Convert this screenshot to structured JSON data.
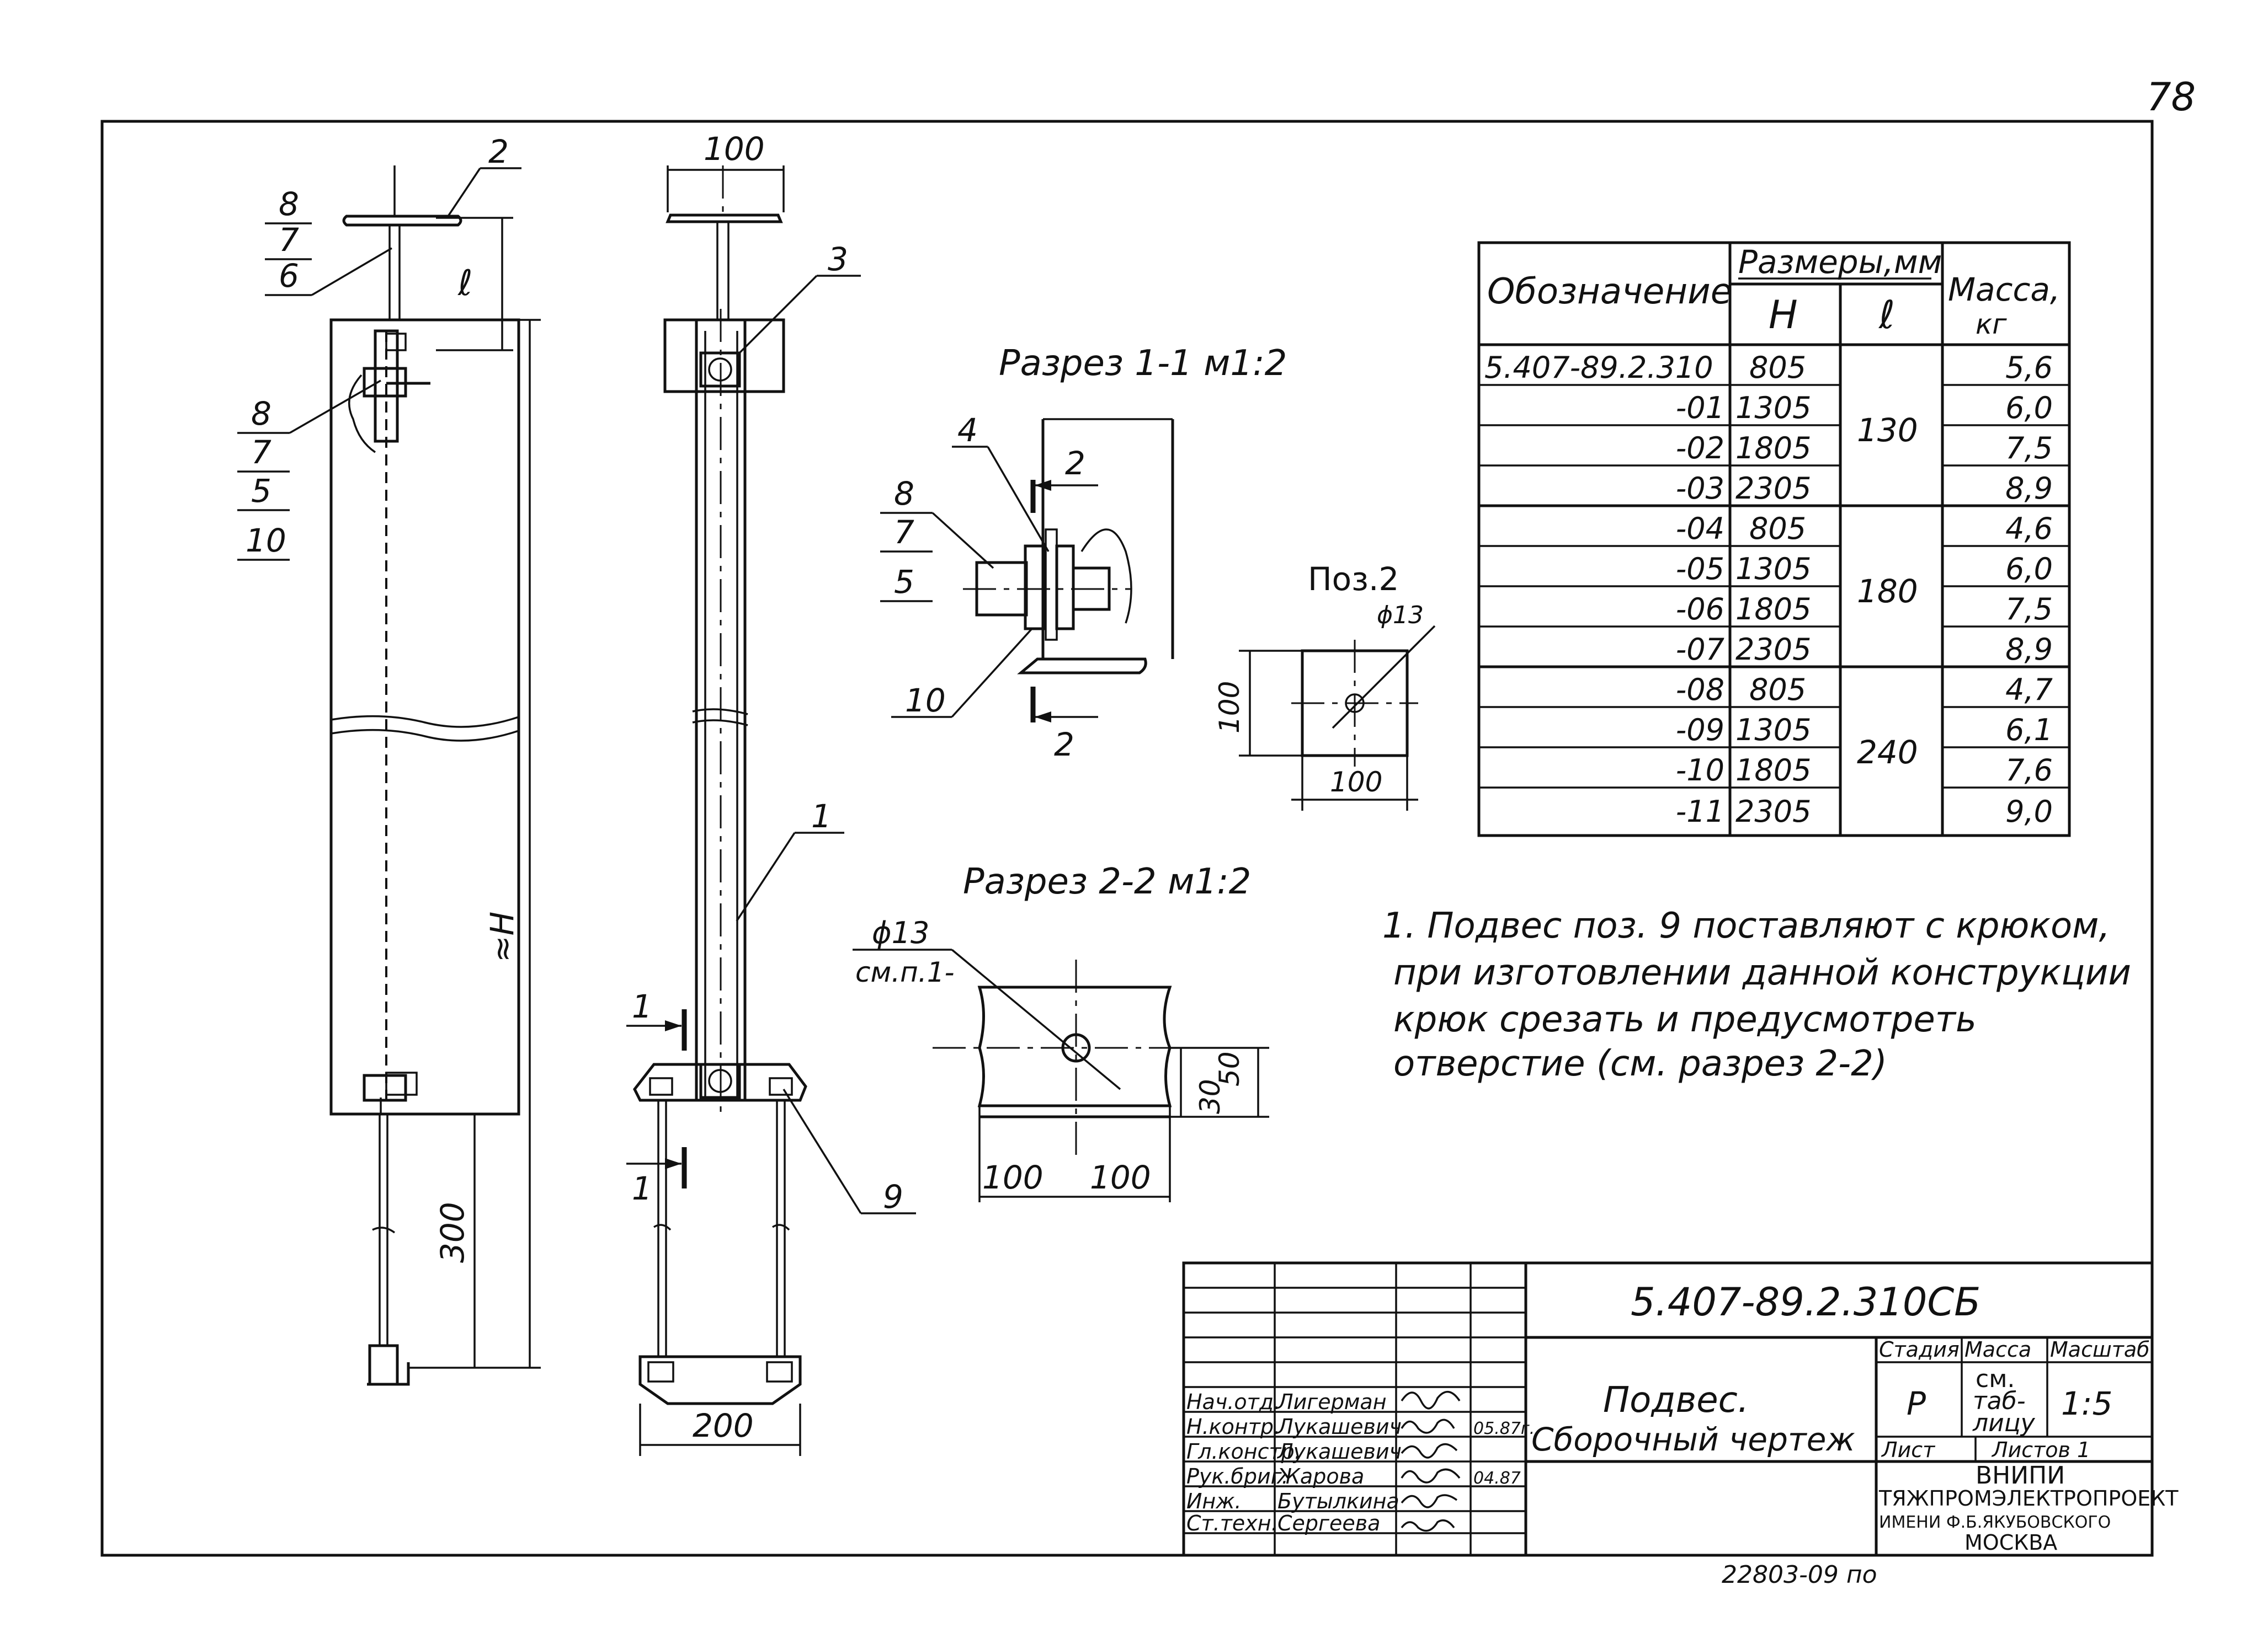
{
  "sheet": {
    "page_number": "78",
    "footer_code": "22803-09 по"
  },
  "front_view": {
    "callouts_top": [
      "8",
      "7",
      "6"
    ],
    "callout_2": "2",
    "callouts_mid": [
      "8",
      "7",
      "5",
      "10"
    ],
    "dim_l": "ℓ",
    "dim_h": "≈H",
    "dim_300": "300"
  },
  "side_view": {
    "dim_100": "100",
    "dim_200": "200",
    "pos_3": "3",
    "pos_1": "1",
    "pos_9": "9",
    "cut_1a": "1",
    "cut_1b": "1"
  },
  "section_1_1": {
    "title": "Разрез 1-1 м1:2",
    "callout_4": "4",
    "callouts": [
      "8",
      "7",
      "5"
    ],
    "callout_10": "10",
    "cut_2a": "2",
    "cut_2b": "2"
  },
  "section_2_2": {
    "title": "Разрез 2-2 м1:2",
    "hole_dia": "ϕ13",
    "hole_note": "см.п.1-",
    "dim_50": "50",
    "dim_30": "30",
    "dim_100a": "100",
    "dim_100b": "100"
  },
  "pos2": {
    "title": "Поз.2",
    "hole_dia": "ϕ13",
    "dim_w": "100",
    "dim_h": "100"
  },
  "spec_table": {
    "header_designation": "Обозначение",
    "header_dims": "Размеры,мм",
    "header_h": "H",
    "header_l": "ℓ",
    "header_mass": "Масса,",
    "header_mass_unit": "кг",
    "rows": [
      {
        "designation": "5.407-89.2.310",
        "h": "805",
        "mass": "5,6"
      },
      {
        "designation": "-01",
        "h": "1305",
        "mass": "6,0"
      },
      {
        "designation": "-02",
        "h": "1805",
        "mass": "7,5"
      },
      {
        "designation": "-03",
        "h": "2305",
        "mass": "8,9"
      },
      {
        "designation": "-04",
        "h": "805",
        "mass": "4,6"
      },
      {
        "designation": "-05",
        "h": "1305",
        "mass": "6,0"
      },
      {
        "designation": "-06",
        "h": "1805",
        "mass": "7,5"
      },
      {
        "designation": "-07",
        "h": "2305",
        "mass": "8,9"
      },
      {
        "designation": "-08",
        "h": "805",
        "mass": "4,7"
      },
      {
        "designation": "-09",
        "h": "1305",
        "mass": "6,1"
      },
      {
        "designation": "-10",
        "h": "1805",
        "mass": "7,6"
      },
      {
        "designation": "-11",
        "h": "2305",
        "mass": "9,0"
      }
    ],
    "l_groups": [
      "130",
      "180",
      "240"
    ]
  },
  "notes": [
    "1. Подвес поз. 9 поставляют с крюком,",
    "при изготовлении данной конструкции",
    "крюк срезать и предусмотреть",
    "отверстие (см. разрез 2-2)"
  ],
  "title_block": {
    "drawing_code": "5.407-89.2.310СБ",
    "title_line1": "Подвес.",
    "title_line2": "Сборочный чертеж",
    "stage_label": "Стадия",
    "mass_label": "Масса",
    "scale_label": "Масштаб",
    "stage_value": "Р",
    "mass_value_1": "см.",
    "mass_value_2": "таб-",
    "mass_value_3": "лицу",
    "scale_value": "1:5",
    "sheet_label": "Лист",
    "sheets_label": "Листов 1",
    "org_1": "ВНИПИ",
    "org_2": "ТЯЖПРОМЭЛЕКТРОПРОЕКТ",
    "org_3": "ИМЕНИ Ф.Б.ЯКУБОВСКОГО",
    "org_4": "МОСКВА",
    "signatures": [
      {
        "role": "Нач.отд.",
        "name": "Лигерман"
      },
      {
        "role": "Н.контр.",
        "name": "Лукашевич"
      },
      {
        "role": "Гл.констр.",
        "name": "Лукашевич"
      },
      {
        "role": "Рук.бриг.",
        "name": "Жарова"
      },
      {
        "role": "Инж.",
        "name": "Бутылкина"
      },
      {
        "role": "Ст.техн.",
        "name": "Сергеева"
      }
    ],
    "date_1": "05.87г.",
    "date_2": "04.87"
  }
}
